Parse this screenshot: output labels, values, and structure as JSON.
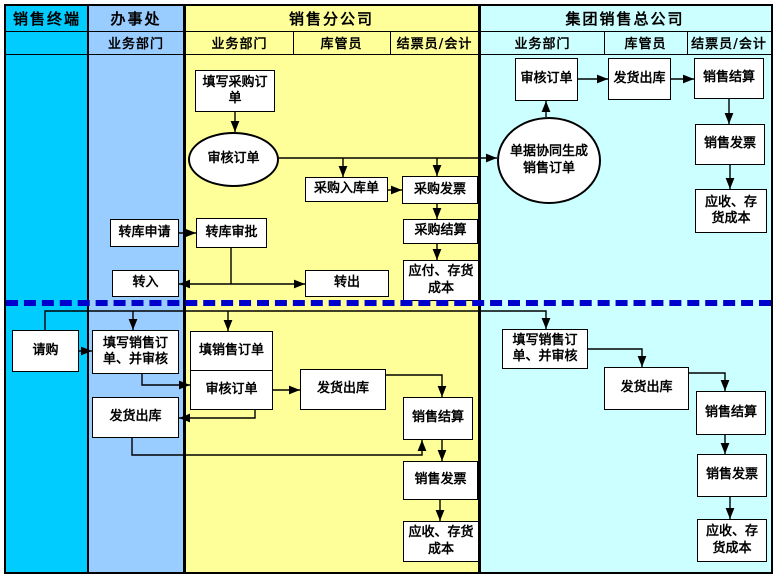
{
  "lanes": {
    "terminal": {
      "label": "销售终端"
    },
    "office": {
      "label": "办事处",
      "sub": [
        "业务部门"
      ]
    },
    "branch": {
      "label": "销售分公司",
      "sub": [
        "业务部门",
        "库管员",
        "结票员/会计"
      ]
    },
    "group": {
      "label": "集团销售总公司",
      "sub": [
        "业务部门",
        "库管员",
        "结票员/会计"
      ]
    }
  },
  "colors": {
    "terminal_column": "#00CCFF",
    "office_column": "#99CCFF",
    "branch_column": "#FFFF99",
    "group_column": "#CCFFFF",
    "divider_line": "#0000CC",
    "node_fill": "#FFFFFF",
    "line_color": "#000000"
  },
  "nodes": {
    "fill_purchase_order": "填写采购订单",
    "audit_order_branch": "审核订单",
    "purchase_receipt": "采购入库单",
    "purchase_invoice": "采购发票",
    "purchase_settle": "采购结算",
    "payable_cost": "应付、存货成本",
    "transfer_request": "转库申请",
    "transfer_approve": "转库审批",
    "transfer_in": "转入",
    "transfer_out": "转出",
    "audit_order_group": "审核订单",
    "doc_collab": "单据协同生成销售订单",
    "ship_group_top": "发货出库",
    "sales_settle_group_top": "销售结算",
    "sales_invoice_group_top": "销售发票",
    "receivable_cost_group_top": "应收、存货成本",
    "requisition": "请购",
    "fill_sales_office": "填写销售订单、并审核",
    "ship_office": "发货出库",
    "fill_sales_branch": "填销售订单",
    "audit_branch_lower": "审核订单",
    "ship_branch": "发货出库",
    "sales_settle_branch": "销售结算",
    "sales_invoice_branch": "销售发票",
    "receivable_cost_branch": "应收、存货成本",
    "fill_sales_group": "填写销售订单、并审核",
    "ship_group_lower": "发货出库",
    "sales_settle_group_lower": "销售结算",
    "sales_invoice_group_lower": "销售发票",
    "receivable_cost_group_lower": "应收、存货成本"
  }
}
